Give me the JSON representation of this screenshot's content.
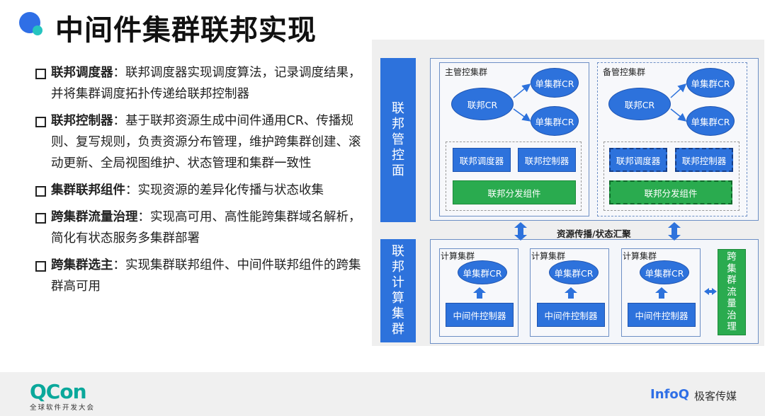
{
  "title": "中间件集群联邦实现",
  "bullets": [
    {
      "name": "联邦调度器",
      "sep": "：",
      "text": "联邦调度器实现调度算法，记录调度结果，并将集群调度拓扑传递给联邦控制器"
    },
    {
      "name": "联邦控制器",
      "sep": "：",
      "text": "基于联邦资源生成中间件通用CR、传播规则、复写规则，负责资源分布管理，维护跨集群创建、滚动更新、全局视图维护、状态管理和集群一致性"
    },
    {
      "name": "集群联邦组件",
      "sep": "：",
      "text": "实现资源的差异化传播与状态收集"
    },
    {
      "name": "跨集群流量治理",
      "sep": "：",
      "text": "实现高可用、高性能跨集群域名解析，简化有状态服务多集群部署"
    },
    {
      "name": "跨集群选主",
      "sep": "：",
      "text": "实现集群联邦组件、中间件联邦组件的跨集群高可用"
    }
  ],
  "diagram": {
    "control_plane_label": "联邦管控面",
    "compute_cluster_label": "联邦计算集群",
    "primary_cluster": {
      "label": "主管控集群",
      "cr": "联邦CR",
      "single_cr_top": "单集群CR",
      "single_cr_bottom": "单集群CR",
      "scheduler": "联邦调度器",
      "controller": "联邦控制器",
      "dispatcher": "联邦分发组件"
    },
    "backup_cluster": {
      "label": "备管控集群",
      "cr": "联邦CR",
      "single_cr_top": "单集群CR",
      "single_cr_bottom": "单集群CR",
      "scheduler": "联邦调度器",
      "controller": "联邦控制器",
      "dispatcher": "联邦分发组件"
    },
    "middle_label": "资源传播/状态汇聚",
    "compute_clusters": [
      {
        "label": "计算集群",
        "cr": "单集群CR",
        "controller": "中间件控制器"
      },
      {
        "label": "计算集群",
        "cr": "单集群CR",
        "controller": "中间件控制器"
      },
      {
        "label": "计算集群",
        "cr": "单集群CR",
        "controller": "中间件控制器"
      }
    ],
    "traffic_governance": "跨集群流量治理",
    "colors": {
      "blue": "#2d72dc",
      "green": "#2aab4f",
      "teal": "#0aa89b"
    }
  },
  "footer": {
    "qcon_logo": "QCon",
    "qcon_sub": "全球软件开发大会",
    "infoq_logo": "InfoQ",
    "infoq_cn": "极客传媒"
  }
}
